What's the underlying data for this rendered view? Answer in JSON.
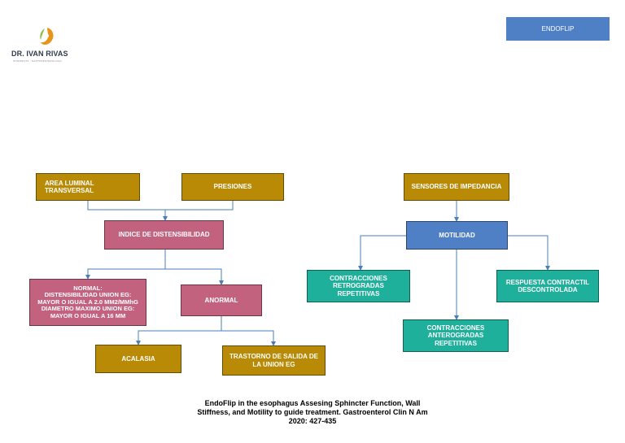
{
  "logo": {
    "name": "DR. IVAN RIVAS",
    "tagline": "INTERNISTA · GASTROENTEROLOGO",
    "colors": {
      "orange": "#e8941a",
      "green": "#8dbd4a",
      "navy": "#2f3b4c"
    }
  },
  "header": {
    "endoflip_label": "ENDOFLIP"
  },
  "nodes": {
    "area_luminal": "AREA LUMINAL\nTRANSVERSAL",
    "presiones": "PRESIONES",
    "indice": "INDICE DE DISTENSIBILIDAD",
    "normal": "NORMAL:\nDISTENSIBILIDAD UNION EG:\nMAYOR O IGUAL A 2.0 MM2/MMhG\nDIAMETRO MAXIMO UNION EG:\nMAYOR O IGUAL A 16 MM",
    "anormal": "ANORMAL",
    "acalasia": "ACALASIA",
    "trastorno": "TRASTORNO DE SALIDA DE\nLA UNION EG",
    "sensores": "SENSORES DE IMPEDANCIA",
    "motilidad": "MOTILIDAD",
    "retrogradas": "CONTRACCIONES\nRETROGRADAS\nREPETITIVAS",
    "anterogradas": "CONTRACCIONES\nANTEROGRADAS\nREPETITIVAS",
    "respuesta": "RESPUESTA CONTRACTIL\nDESCONTROLADA"
  },
  "colors": {
    "gold": "#b98a06",
    "pink": "#c3627e",
    "blue": "#4f7fc4",
    "teal": "#1fb09b",
    "connector": "#4a7fb5"
  },
  "citation": "EndoFlip in the esophagus  Assesing Sphincter  Function, Wall\nStiffness, and Motility to guide treatment. Gastroenterol  Clin N Am\n2020: 427-435"
}
